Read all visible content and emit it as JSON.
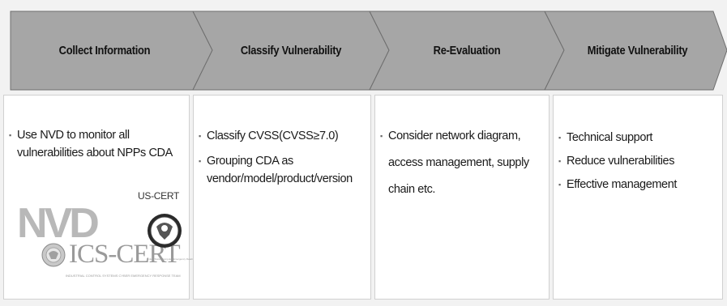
{
  "steps": [
    {
      "label": "Collect Information"
    },
    {
      "label": "Classify Vulnerability"
    },
    {
      "label": "Re-Evaluation"
    },
    {
      "label": "Mitigate Vulnerability"
    }
  ],
  "panels": [
    {
      "bullets": [
        "Use  NVD to monitor all vulnerabilities about NPPs CDA"
      ]
    },
    {
      "bullets": [
        "Classify CVSS(CVSS≥7.0)",
        "Grouping CDA as vendor/model/product/version"
      ]
    },
    {
      "bullets": [
        "Consider network diagram, access management,  supply chain etc."
      ]
    },
    {
      "bullets": [
        "Technical support",
        "Reduce vulnerabilities",
        "Effective management"
      ]
    }
  ],
  "logos": {
    "uscert": "US-CERT",
    "nvd": "NVD",
    "icscert": "ICS-CERT",
    "icscert_tagline": "INDUSTRIAL CONTROL SYSTEMS CYBER EMERGENCY RESPONSE TEAM",
    "seal_caption": "United States Computer Emergency Readiness Team"
  },
  "colors": {
    "chevron_fill": "#a6a6a6",
    "chevron_stroke": "#6e6e6e",
    "panel_bg": "#ffffff",
    "frame_bg": "#f2f2f2"
  }
}
